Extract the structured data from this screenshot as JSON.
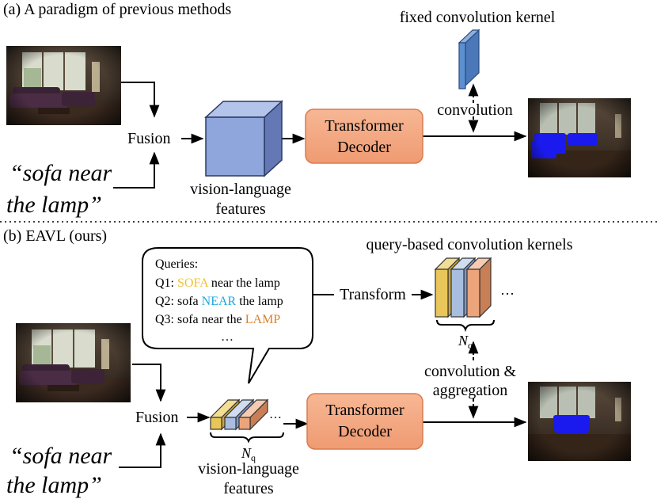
{
  "panel_a": {
    "title": "(a) A paradigm of previous methods",
    "query_line1": "“sofa near",
    "query_line2": "the lamp”",
    "fusion": "Fusion",
    "features_line1": "vision-language",
    "features_line2": "features",
    "decoder_line1": "Transformer",
    "decoder_line2": "Decoder",
    "kernel_label": "fixed convolution kernel",
    "conv_label": "convolution"
  },
  "panel_b": {
    "title": "(b) EAVL (ours)",
    "query_line1": "“sofa near",
    "query_line2": "the lamp”",
    "fusion": "Fusion",
    "features_line1": "vision-language",
    "features_line2": "features",
    "decoder_line1": "Transformer",
    "decoder_line2": "Decoder",
    "kernels_label": "query-based convolution kernels",
    "transform": "Transform",
    "conv_line1": "convolution &",
    "conv_line2": "aggregation",
    "nq_main": "N",
    "nq_sub": "q",
    "ellipsis": "…",
    "bubble": {
      "header": "Queries:",
      "q1_prefix": "Q1: ",
      "q1_key": "SOFA",
      "q1_rest": " near the lamp",
      "q2_prefix": "Q2: sofa ",
      "q2_key": "NEAR",
      "q2_rest": " the lamp",
      "q3_prefix": "Q3: sofa near the ",
      "q3_key": "LAMP",
      "dots": "…"
    }
  },
  "colors": {
    "cube_front": "#8ea6dc",
    "decoder_fill": "#f4a582",
    "kernel_blue": "#5b8fd0",
    "kernel_yellow": "#e8c65a",
    "kernel_blue_light": "#a9bedf",
    "kernel_orange": "#eca47b",
    "key_sofa": "#f2c232",
    "key_near": "#1ba9df",
    "key_lamp": "#d9822b",
    "mask": "#1a1aee"
  }
}
